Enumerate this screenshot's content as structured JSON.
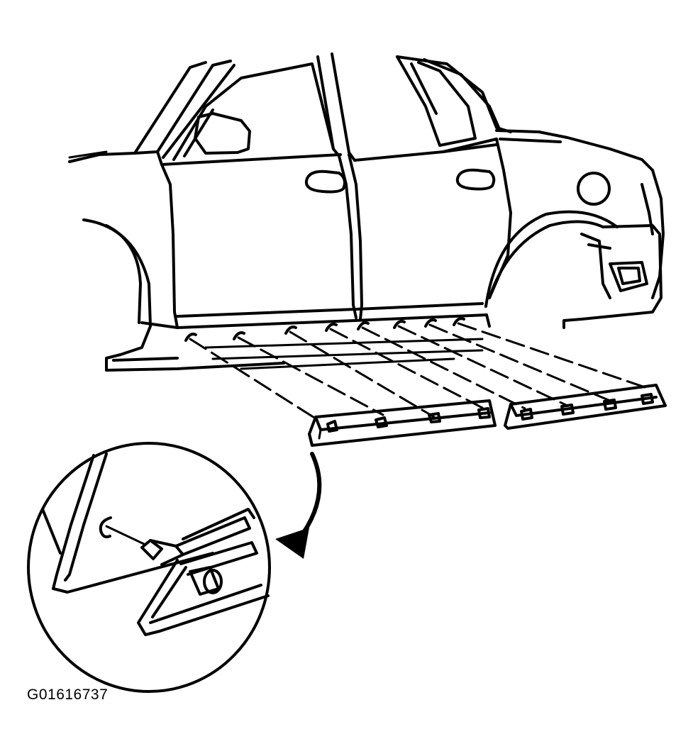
{
  "figure": {
    "id_label": "G01616737"
  },
  "colors": {
    "line": "#000000",
    "background": "#ffffff"
  },
  "parts": {
    "front_molding_clips": 4,
    "rear_molding_clips": 4
  }
}
